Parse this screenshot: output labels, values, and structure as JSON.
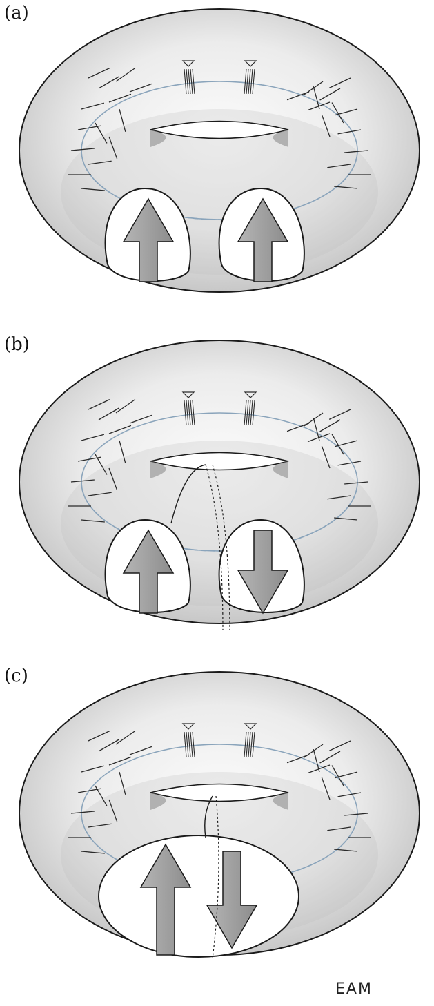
{
  "panels": [
    {
      "label": "(a)",
      "state": "two-separate-bubbles",
      "left_arrow": "up",
      "right_arrow": "up",
      "connecting_tube": false,
      "merged": false
    },
    {
      "label": "(b)",
      "state": "two-bubbles-joined-by-tube",
      "left_arrow": "up",
      "right_arrow": "down",
      "connecting_tube": true,
      "merged": false
    },
    {
      "label": "(c)",
      "state": "single-merged-bubble",
      "left_arrow": "up",
      "right_arrow": "down",
      "connecting_tube": true,
      "merged": true
    }
  ],
  "signature": "EAM",
  "colors": {
    "outline": "#1a1a1a",
    "torus_fill": "#e6e6e6",
    "torus_shade": "#bdbdbd",
    "core_circle": "#8aa4bb",
    "arrow_fill": "#9a9a9a",
    "bubble_fill": "#ffffff"
  }
}
